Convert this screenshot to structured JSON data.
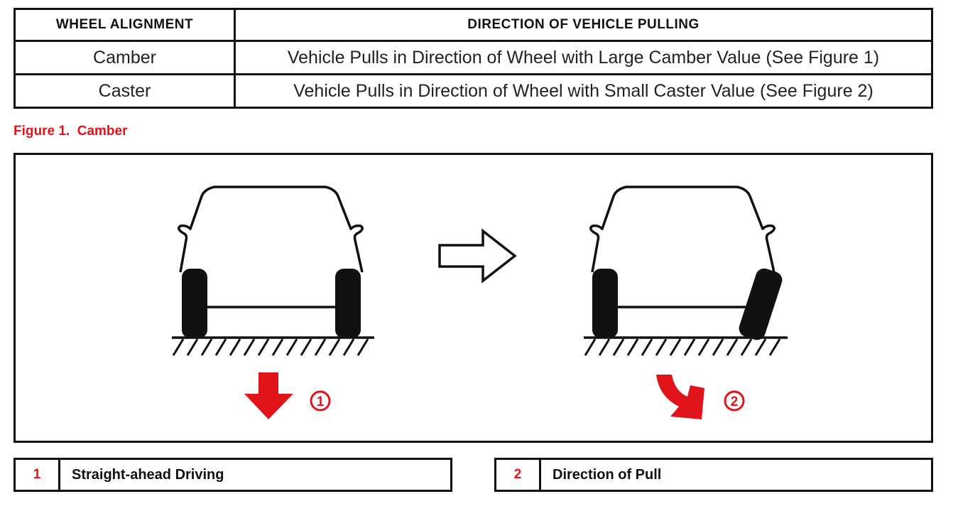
{
  "table": {
    "headers": [
      "WHEEL ALIGNMENT",
      "DIRECTION OF VEHICLE PULLING"
    ],
    "rows": [
      [
        "Camber",
        "Vehicle Pulls in Direction of Wheel with Large Camber Value (See Figure 1)"
      ],
      [
        "Caster",
        "Vehicle Pulls in Direction of Wheel with Small Caster Value (See Figure 2)"
      ]
    ]
  },
  "figure": {
    "caption": "Figure 1.  Camber",
    "marker_1": "1",
    "marker_2": "2",
    "accent_color": "#e0141b",
    "icons": [
      "car-front-straight",
      "hollow-right-arrow",
      "car-front-tilted-wheel",
      "red-down-arrow",
      "red-curved-arrow"
    ]
  },
  "legend": [
    {
      "num": "1",
      "label": "Straight-ahead Driving"
    },
    {
      "num": "2",
      "label": "Direction of Pull"
    }
  ]
}
